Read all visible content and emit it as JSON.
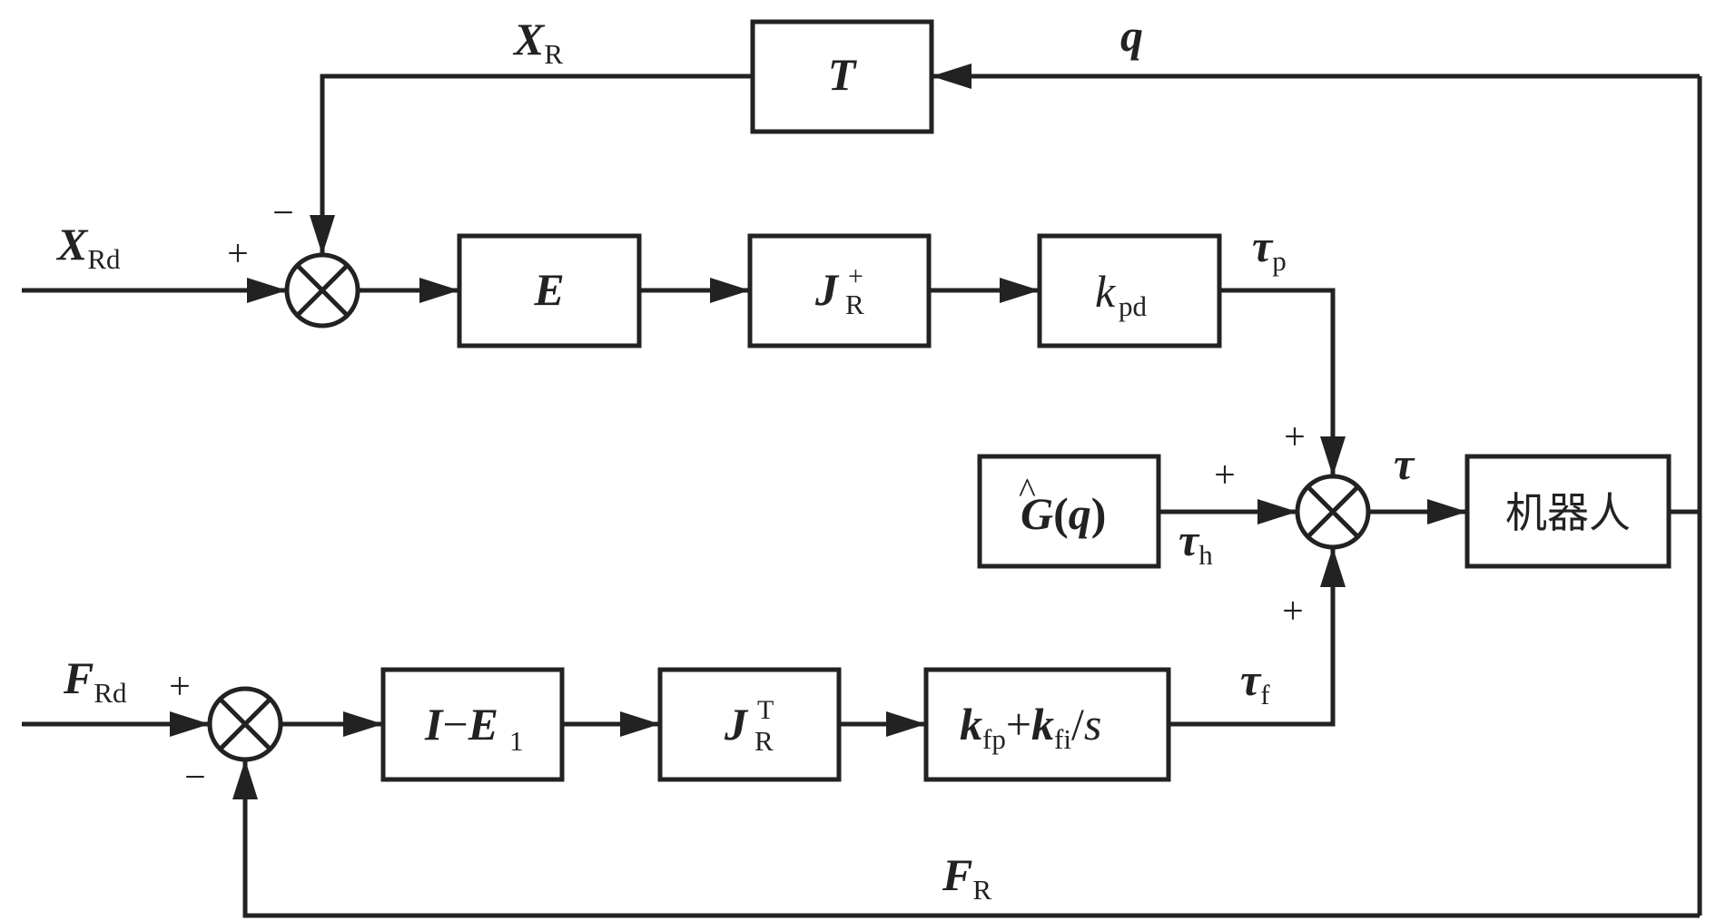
{
  "blocks": {
    "T": {
      "main": "T"
    },
    "E": {
      "main": "E"
    },
    "J_plus": {
      "main": "J",
      "sup": "+",
      "sub": "R"
    },
    "kpd": {
      "main": "k",
      "sub": "pd"
    },
    "G": {
      "hat": "^",
      "main": "G",
      "open": "(",
      "arg": "q",
      "close": ")"
    },
    "robot": {
      "label": "机器人"
    },
    "I_E1": {
      "main": "I",
      "minus": "−",
      "second": "E",
      "sub": "1"
    },
    "J_T": {
      "main": "J",
      "sup": "T",
      "sub": "R"
    },
    "kfp_kfi": {
      "k1": "k",
      "sub1": "fp",
      "plus": "+",
      "k2": "k",
      "sub2": "fi",
      "slash": "/",
      "s": "s"
    }
  },
  "signals": {
    "X_R": {
      "main": "X",
      "sub": "R"
    },
    "q": {
      "main": "q"
    },
    "X_Rd": {
      "main": "X",
      "sub": "Rd"
    },
    "tau_p": {
      "main": "τ",
      "sub": "p"
    },
    "tau": {
      "main": "τ"
    },
    "tau_h": {
      "main": "τ",
      "sub": "h"
    },
    "F_Rd": {
      "main": "F",
      "sub": "Rd"
    },
    "tau_f": {
      "main": "τ",
      "sub": "f"
    },
    "F_R": {
      "main": "F",
      "sub": "R"
    }
  },
  "signs": {
    "sum1_plus": "+",
    "sum1_minus": "−",
    "sum2_top_plus": "+",
    "sum2_left_plus": "+",
    "sum2_bottom_plus": "+",
    "sum3_plus": "+",
    "sum3_minus": "−"
  }
}
